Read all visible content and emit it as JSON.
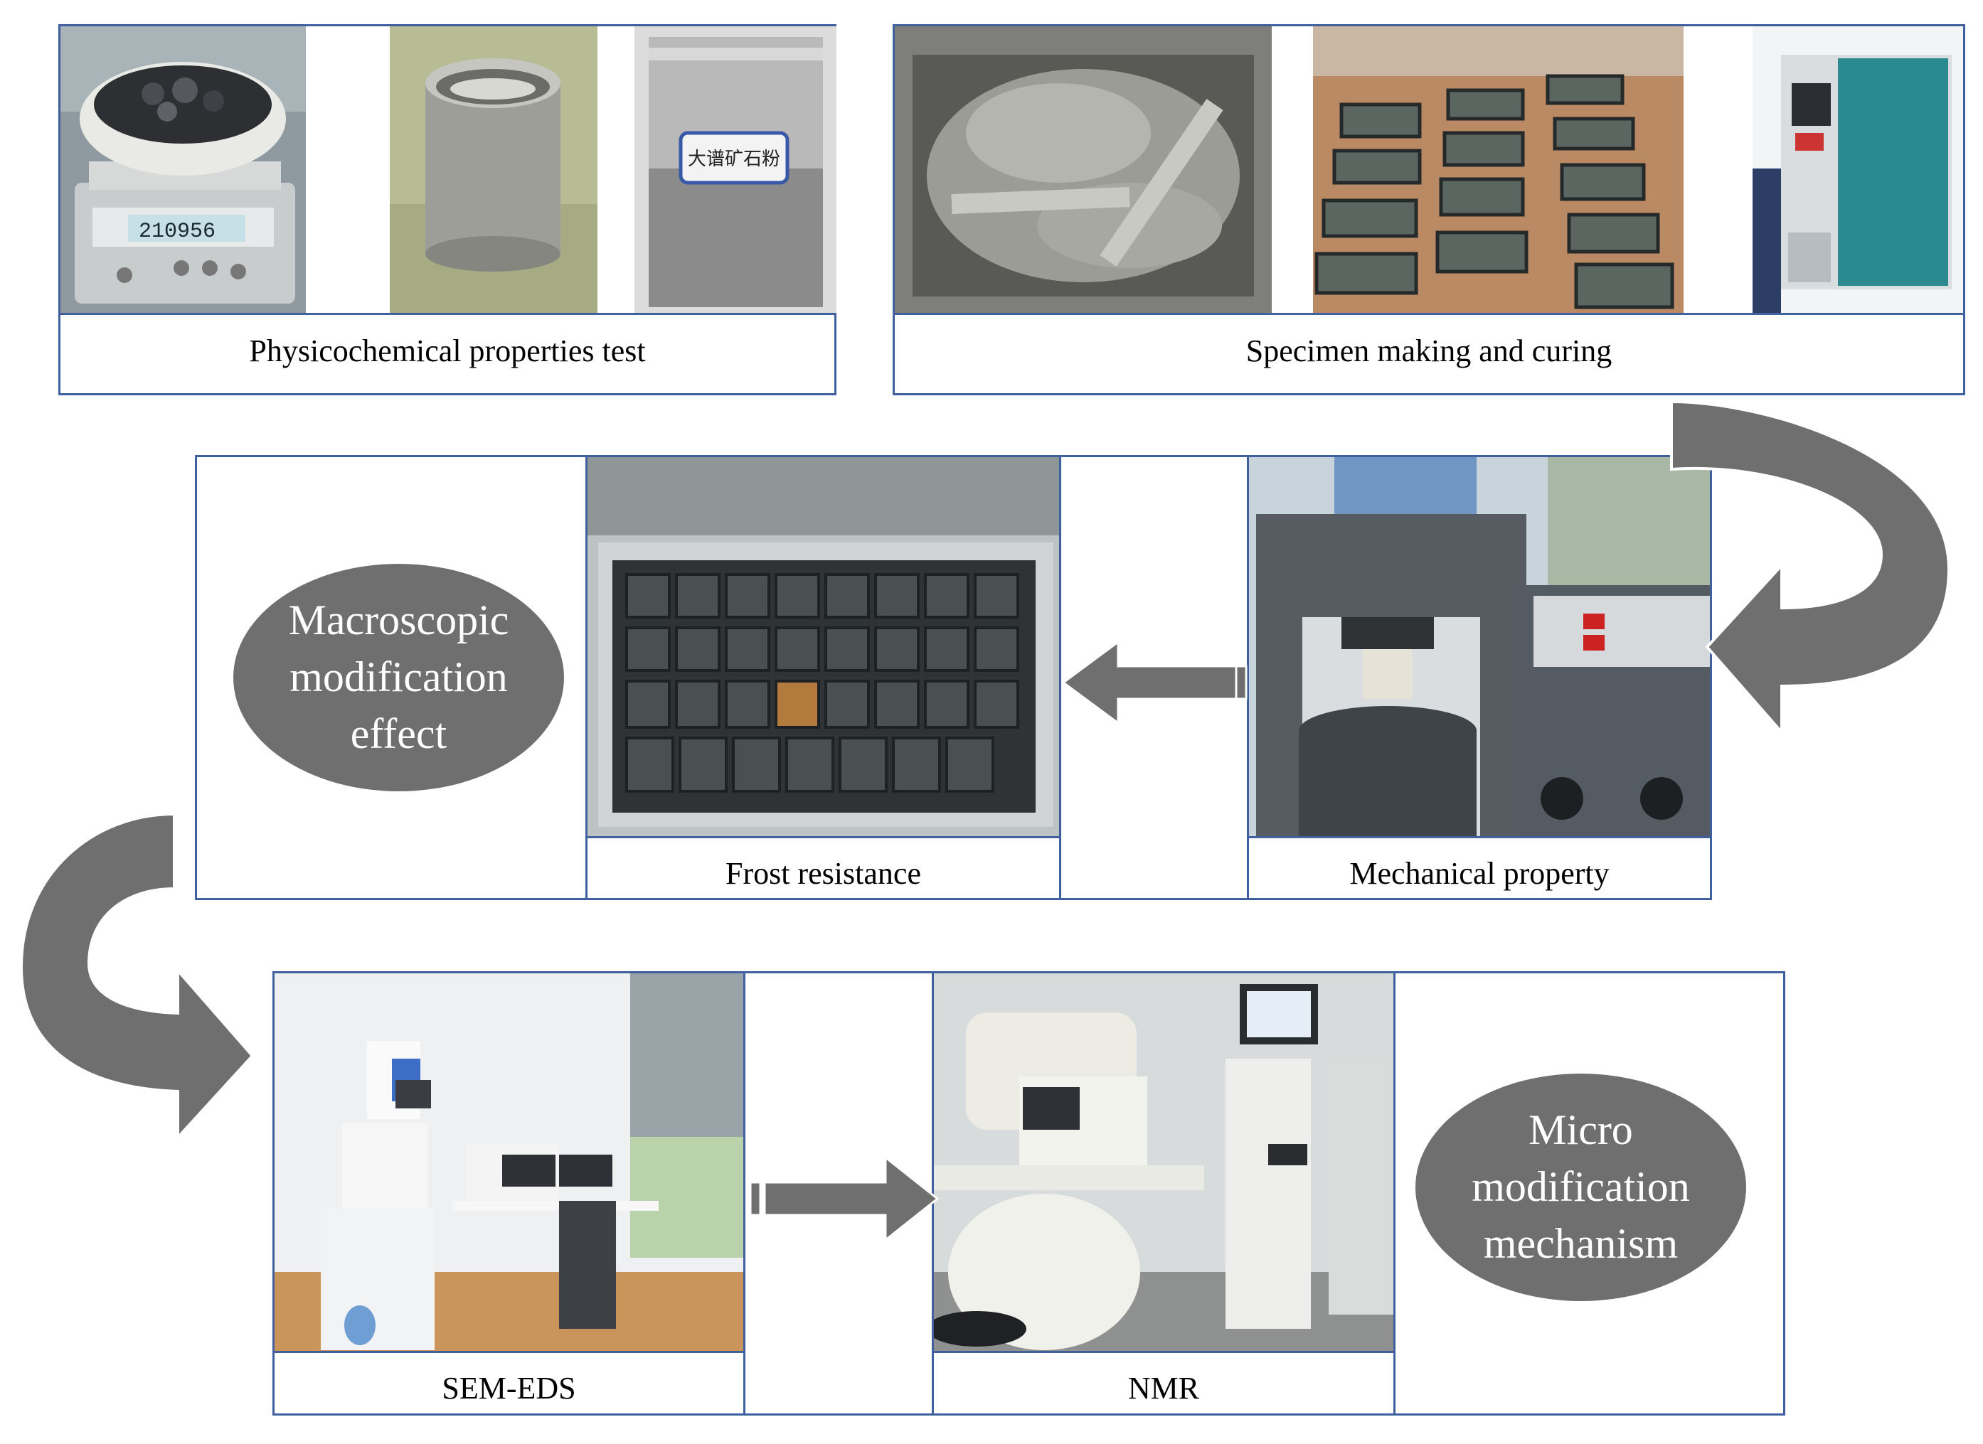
{
  "row1": {
    "left_caption": "Physicochemical properties test",
    "right_caption": "Specimen making and curing",
    "bag_label": "大谱矿石粉"
  },
  "row2": {
    "ellipse_lines": [
      "Macroscopic",
      "modification",
      "effect"
    ],
    "frost_caption": "Frost resistance",
    "mech_caption": "Mechanical property"
  },
  "row3": {
    "sem_caption": "SEM-EDS",
    "nmr_caption": "NMR",
    "ellipse_lines": [
      "Micro",
      "modification",
      "mechanism"
    ]
  },
  "balance_readout": "210956",
  "colors": {
    "frame": "#3f5f9f",
    "arrow": "#6f6f6f",
    "ellipse": "#6f6f6f"
  }
}
